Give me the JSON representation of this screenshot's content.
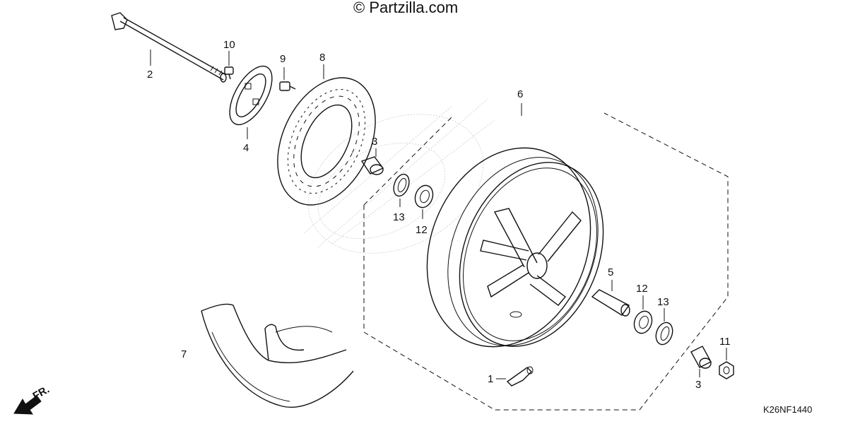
{
  "watermark": "© Partzilla.com",
  "diagram_code": "K26NF1440",
  "front_marker": "FR.",
  "callouts": {
    "p1": "1",
    "p2": "2",
    "p3a": "3",
    "p3b": "3",
    "p4": "4",
    "p5": "5",
    "p6": "6",
    "p7": "7",
    "p8": "8",
    "p9": "9",
    "p10": "10",
    "p11": "11",
    "p12a": "12",
    "p12b": "12",
    "p13a": "13",
    "p13b": "13"
  }
}
